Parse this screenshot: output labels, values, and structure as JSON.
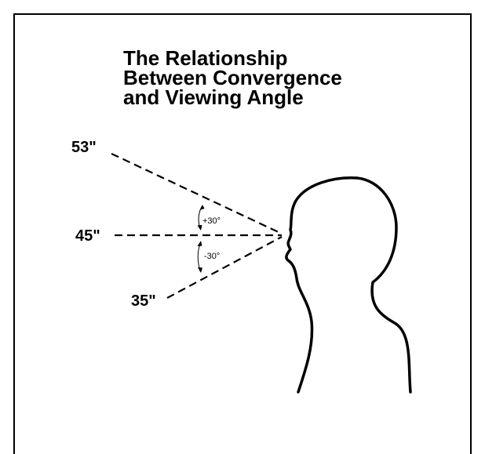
{
  "title": {
    "line1": "The Relationship",
    "line2": "Between Convergence",
    "line3": "and Viewing Angle"
  },
  "distances": {
    "upper": "53\"",
    "middle": "45\"",
    "lower": "35\""
  },
  "angles": {
    "upper": "+30°",
    "lower": "-30°"
  },
  "colors": {
    "ink": "#000000",
    "background": "#ffffff"
  }
}
